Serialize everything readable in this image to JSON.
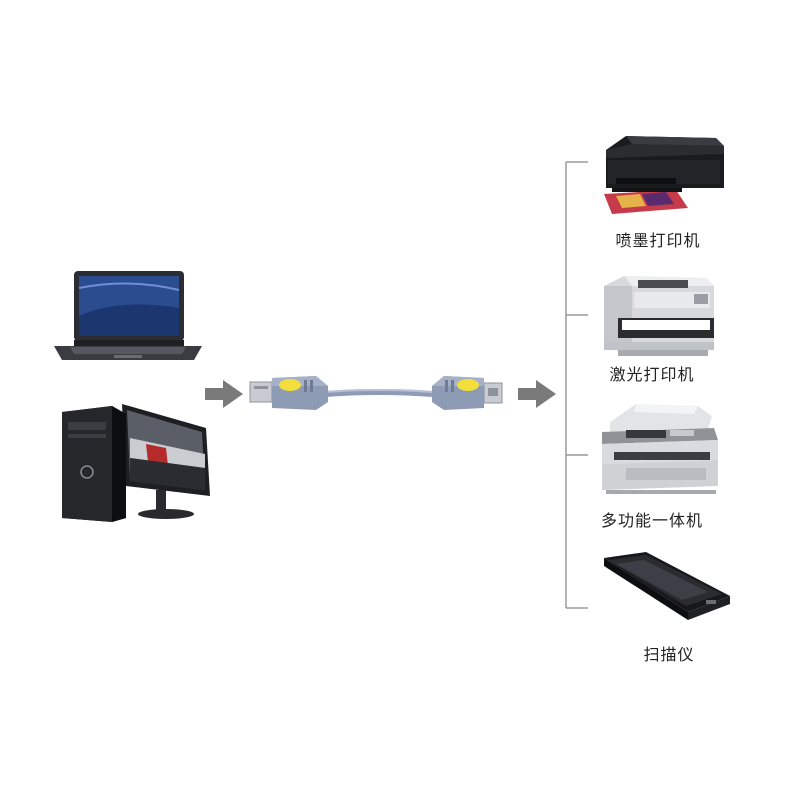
{
  "devices": {
    "sources": [
      {
        "id": "laptop",
        "icon": "laptop-icon"
      },
      {
        "id": "desktop",
        "icon": "desktop-computer-icon"
      }
    ],
    "cable": {
      "icon": "usb-a-to-b-cable-icon"
    },
    "targets": [
      {
        "id": "inkjet",
        "label": "喷墨打印机",
        "icon": "inkjet-printer-icon"
      },
      {
        "id": "laser",
        "label": "激光打印机",
        "icon": "laser-printer-icon"
      },
      {
        "id": "mfp",
        "label": "多功能一体机",
        "icon": "multifunction-printer-icon"
      },
      {
        "id": "scanner",
        "label": "扫描仪",
        "icon": "flatbed-scanner-icon"
      }
    ]
  },
  "colors": {
    "arrow": "#7a7a7a",
    "bracket": "#9a9a9a",
    "cable_body": "#8e9bb5",
    "cable_accent": "#f2df3c"
  }
}
